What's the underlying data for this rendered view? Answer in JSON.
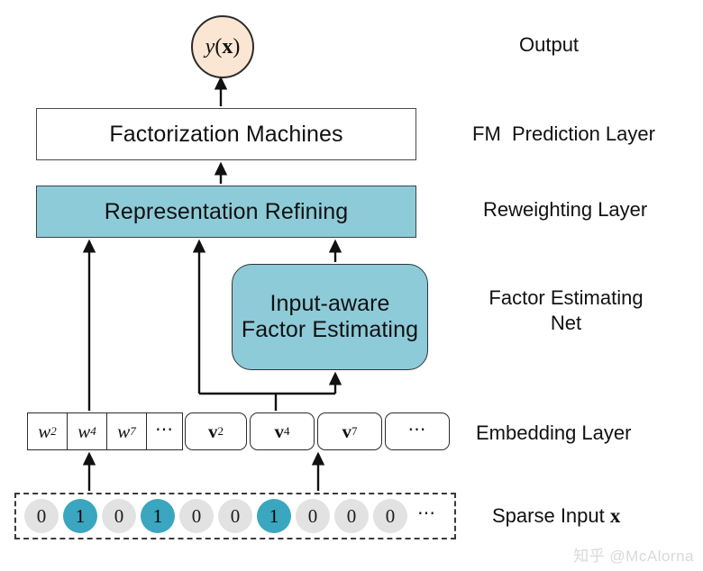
{
  "figure": {
    "title": "Input-aware Factorization Machine architecture diagram",
    "colors": {
      "teal_box": "#8ecbd9",
      "output_circle": "#fbe6d4",
      "active_bit": "#3aa6c0",
      "inactive_bit": "#e2e2e2",
      "stroke": "#2b2b2b",
      "watermark": "#d9d9d9"
    }
  },
  "output_node": {
    "label": "y(x)",
    "y_symbol": "y",
    "open_paren": "(",
    "x_symbol": "x",
    "close_paren": ")"
  },
  "boxes": {
    "fm_prediction": "Factorization Machines",
    "reweighting": "Representation Refining",
    "factor_estimating_line1": "Input-aware",
    "factor_estimating_line2": "Factor Estimating"
  },
  "embedding": {
    "weight_cells": [
      {
        "symbol": "w",
        "sub": "2"
      },
      {
        "symbol": "w",
        "sub": "4"
      },
      {
        "symbol": "w",
        "sub": "7"
      },
      {
        "symbol": "⋯",
        "sub": ""
      }
    ],
    "vector_cells": [
      {
        "symbol": "v",
        "sub": "2"
      },
      {
        "symbol": "v",
        "sub": "4"
      },
      {
        "symbol": "v",
        "sub": "7"
      },
      {
        "symbol": "⋯",
        "sub": ""
      }
    ]
  },
  "sparse_input": {
    "bits": [
      "0",
      "1",
      "0",
      "1",
      "0",
      "0",
      "1",
      "0",
      "0",
      "0"
    ],
    "ellipsis": "⋯"
  },
  "side_labels": {
    "output": "Output",
    "fm_prediction_layer": "FM  Prediction Layer",
    "reweighting_layer": "Reweighting Layer",
    "factor_estimating_net_line1": "Factor Estimating",
    "factor_estimating_net_line2": "Net",
    "embedding_layer": "Embedding Layer",
    "sparse_input_text": "Sparse Input ",
    "sparse_input_var": "x"
  },
  "watermark": {
    "text": "知乎 @McAlorna"
  }
}
